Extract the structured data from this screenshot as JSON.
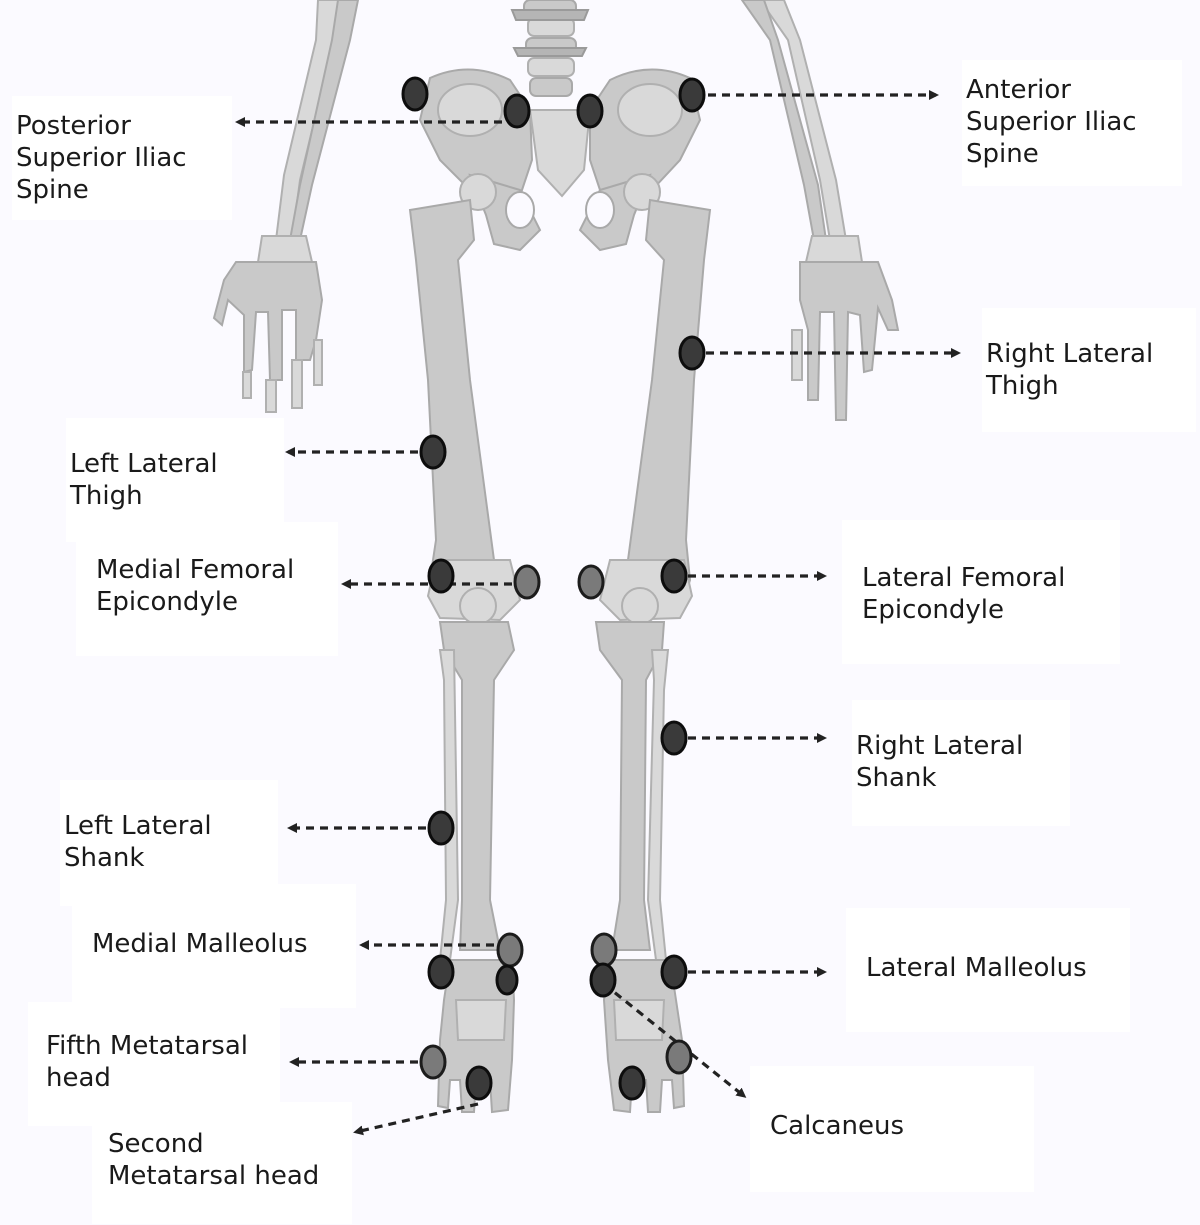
{
  "labels": {
    "psis": "Posterior\nSuperior Iliac\nSpine",
    "asis": "Anterior\nSuperior Iliac\nSpine",
    "right_lateral_thigh": "Right Lateral\nThigh",
    "left_lateral_thigh": "Left Lateral\nThigh",
    "medial_femoral_epicondyle": "Medial Femoral\nEpicondyle",
    "lateral_femoral_epicondyle": "Lateral Femoral\nEpicondyle",
    "right_lateral_shank": "Right Lateral\nShank",
    "left_lateral_shank": "Left Lateral\nShank",
    "medial_malleolus": "Medial Malleolus",
    "lateral_malleolus": "Lateral Malleolus",
    "fifth_metatarsal_head": "Fifth Metatarsal\nhead",
    "second_metatarsal_head": "Second\nMetatarsal head",
    "calcaneus": "Calcaneus"
  },
  "colors": {
    "bone": "#c9c9c9",
    "marker_dark": "#3a3a3a",
    "marker_gray": "#7a7a7a",
    "arrow": "#222222",
    "label_background": "#ffffff",
    "page_background": "#fbfaff"
  }
}
